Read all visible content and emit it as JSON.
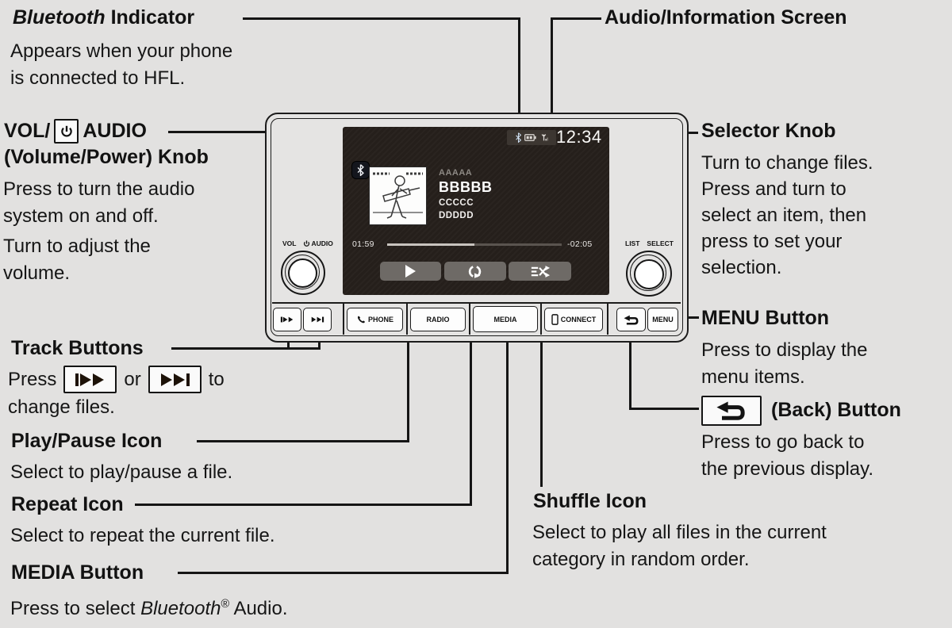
{
  "colors": {
    "page_bg": "#e2e1e0",
    "callout_line": "#151515",
    "screen_bg": "#251f1b",
    "screen_button_gray": "#6e6a66",
    "status_box": "#3c3631",
    "text_black": "#141414"
  },
  "callouts": {
    "bluetooth": {
      "title_italic": "Bluetooth",
      "title_rest": " Indicator",
      "body": "Appears when your phone\nis connected to HFL."
    },
    "audio_screen": {
      "title": "Audio/Information Screen"
    },
    "vol": {
      "title_pre": "VOL/",
      "title_post": "AUDIO",
      "title_line2": "(Volume/Power) Knob",
      "body1": "Press to turn the audio\nsystem on and off.",
      "body2": "Turn to adjust the\nvolume."
    },
    "selector": {
      "title": "Selector Knob",
      "body": "Turn to change files.\nPress and turn to\nselect an item, then\npress to set your\nselection."
    },
    "menu": {
      "title": "MENU Button",
      "body": "Press to display the\nmenu items."
    },
    "back": {
      "title": "(Back) Button",
      "body": "Press to go back to\nthe previous display."
    },
    "track": {
      "title": "Track Buttons",
      "body_press": "Press",
      "body_or": "or",
      "body_to": "to",
      "body_line2": "change files."
    },
    "play": {
      "title": "Play/Pause Icon",
      "body": "Select to play/pause a file."
    },
    "repeat": {
      "title": "Repeat Icon",
      "body": "Select to repeat the current file."
    },
    "media": {
      "title": "MEDIA Button",
      "body_pre": "Press to select ",
      "body_bt": "Bluetooth",
      "body_reg": "®",
      "body_post": " Audio."
    },
    "shuffle": {
      "title": "Shuffle Icon",
      "body": "Select to play all files in the current\ncategory in random order."
    }
  },
  "device": {
    "knob_left": {
      "label1": "VOL",
      "label2": "AUDIO"
    },
    "knob_right": {
      "label1": "LIST",
      "label2": "SELECT"
    },
    "buttons": {
      "phone": "PHONE",
      "radio": "RADIO",
      "media": "MEDIA",
      "connect": "CONNECT",
      "menu": "MENU"
    },
    "screen": {
      "clock": "12:34",
      "song_line1": "AAAAA",
      "song_line2": "BBBBB",
      "song_line3": "CCCCC",
      "song_line4": "DDDDD",
      "elapsed": "01:59",
      "remaining": "-02:05",
      "progress_pct": 50
    }
  }
}
